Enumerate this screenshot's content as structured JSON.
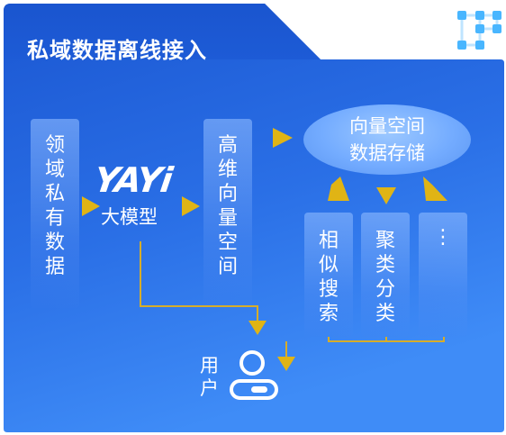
{
  "title": "私域数据离线接入",
  "corner_icon": "network-grid-icon",
  "user_icon": "user-icon",
  "colors": {
    "background_top": "#1f5ed6",
    "background_bottom": "#3a86f5",
    "arrow": "#e0b415",
    "connector": "#d6ad2a"
  },
  "nodes": {
    "private_data": "领\n域\n私\n有\n数\n据",
    "model_logo": "YAYi",
    "model_label": "大模型",
    "vector_space": "高\n维\n向\n量\n空\n间",
    "vector_storage": "向量空间\n数据存储",
    "similarity_search": "相\n似\n搜\n索",
    "clustering": "聚\n类\n分\n类",
    "more": "⋮",
    "user": "用\n户"
  }
}
